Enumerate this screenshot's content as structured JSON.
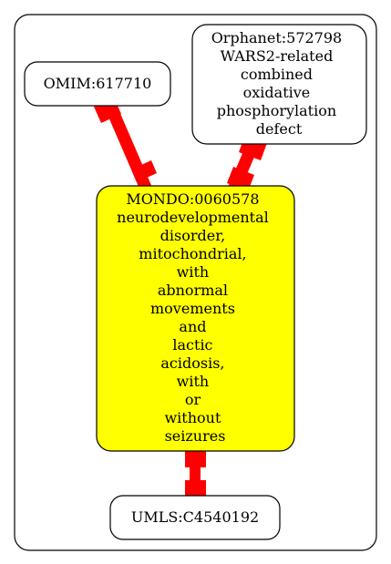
{
  "colors": {
    "edge": "#ff0000",
    "focus_fill": "#ffff00",
    "node_fill": "#ffffff",
    "stroke": "#000000"
  },
  "nodes": {
    "omim": {
      "lines": [
        "OMIM:617710"
      ]
    },
    "orphanet": {
      "lines": [
        "Orphanet:572798",
        "WARS2-related",
        "combined",
        "oxidative",
        "phosphorylation",
        "defect"
      ]
    },
    "mondo": {
      "lines": [
        "MONDO:0060578",
        "neurodevelopmental",
        "disorder,",
        "mitochondrial,",
        "with",
        "abnormal",
        "movements",
        "and",
        "lactic",
        "acidosis,",
        "with",
        "or",
        "without",
        "seizures"
      ]
    },
    "umls": {
      "lines": [
        "UMLS:C4540192"
      ]
    }
  },
  "edges": [
    {
      "from": "omim",
      "to": "mondo"
    },
    {
      "from": "orphanet",
      "to": "mondo"
    },
    {
      "from": "mondo",
      "to": "umls"
    }
  ]
}
